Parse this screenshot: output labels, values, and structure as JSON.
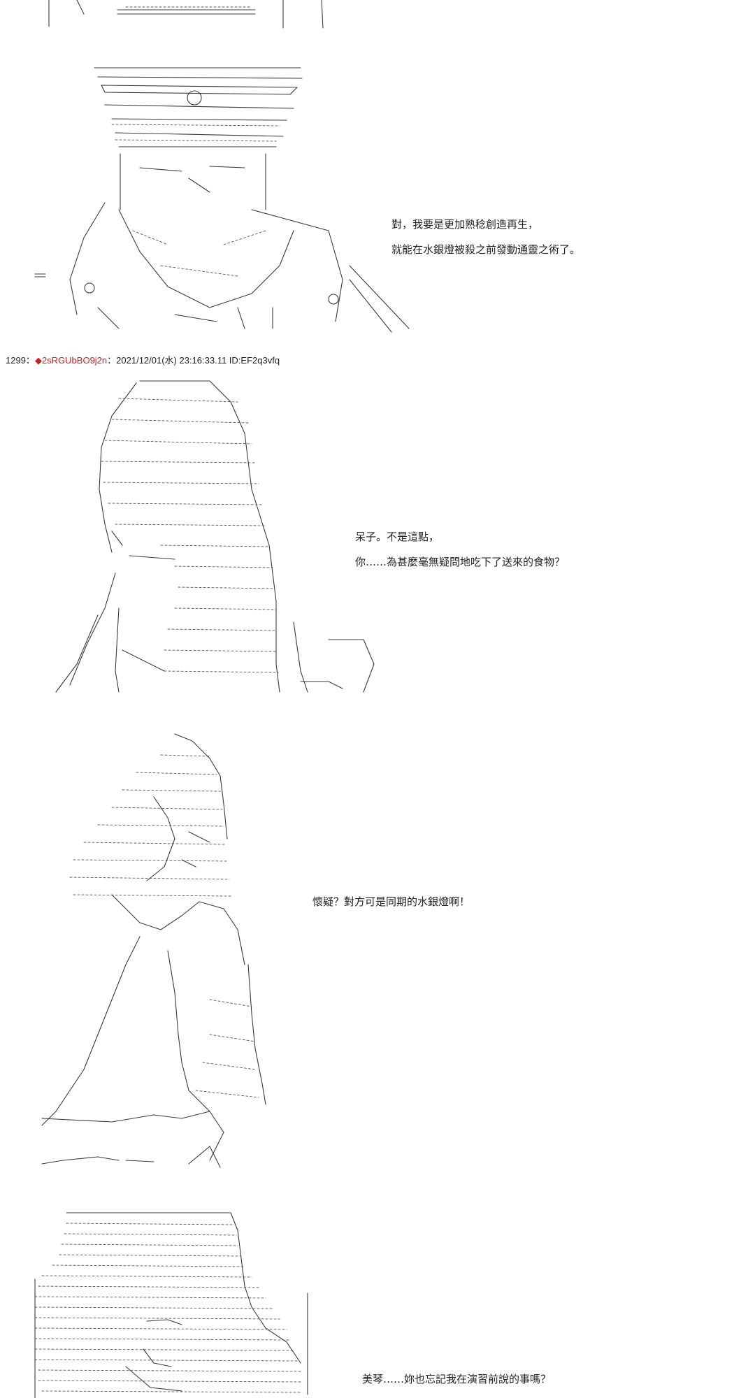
{
  "post": {
    "number": "1299",
    "separator": "：",
    "diamond": "◆",
    "trip": "2sRGUbBO9j2n",
    "meta": "：2021/12/01(水) 23:16:33.11 ID:EF2q3vfq"
  },
  "panels": [
    {
      "lines": [
        "對，我要是更加熟稔創造再生，",
        "就能在水銀燈被殺之前發動通靈之術了。"
      ]
    },
    {
      "lines": [
        "呆子。不是這點，",
        "你……為甚麼毫無疑問地吃下了送來的食物？"
      ]
    },
    {
      "lines": [
        "懷疑？對方可是同期的水銀燈啊！"
      ]
    },
    {
      "lines": [
        "美琴……妳也忘記我在演習前說的事嗎？"
      ]
    }
  ]
}
